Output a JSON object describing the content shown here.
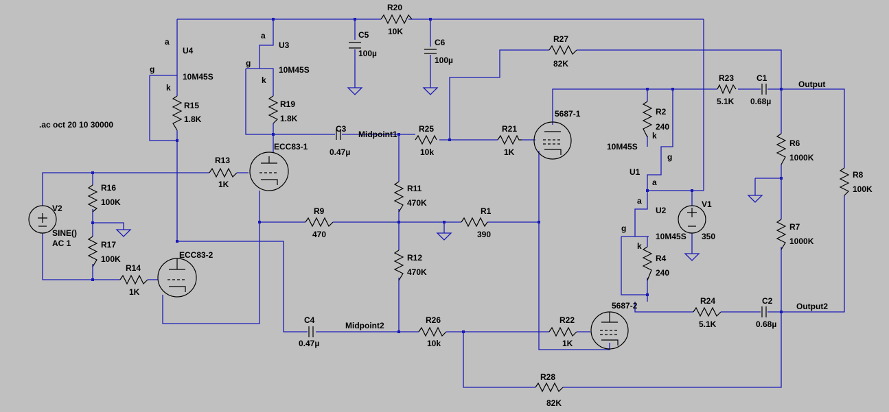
{
  "directive": ".ac oct 20 10 30000",
  "labels": {
    "R20": "R20",
    "R20v": "10K",
    "C5": "C5",
    "C5v": "100µ",
    "C6": "C6",
    "C6v": "100µ",
    "R27": "R27",
    "R27v": "82K",
    "R23": "R23",
    "R23v": "5.1K",
    "C1": "C1",
    "C1v": "0.68µ",
    "Output": "Output",
    "U4": "U4",
    "U4a": "a",
    "U4g": "g",
    "U4k": "k",
    "U4m": "10M45S",
    "U3": "U3",
    "U3a": "a",
    "U3g": "g",
    "U3k": "k",
    "U3m": "10M45S",
    "R15": "R15",
    "R15v": "1.8K",
    "R19": "R19",
    "R19v": "1.8K",
    "C3": "C3",
    "C3v": "0.47µ",
    "Midpoint1": "Midpoint1",
    "R25": "R25",
    "R25v": "10k",
    "R21": "R21",
    "R21v": "1K",
    "T5687_1": "5687-1",
    "R2": "R2",
    "R2v": "240",
    "U1m": "10M45S",
    "U1k": "k",
    "U1g": "g",
    "U1": "U1",
    "U1a": "a",
    "R6": "R6",
    "R6v": "1000K",
    "R8": "R8",
    "R8v": "100K",
    "ECC83_1": "ECC83-1",
    "R13": "R13",
    "R13v": "1K",
    "R16": "R16",
    "R16v": "100K",
    "V2": "V2",
    "V2s": "SINE()",
    "V2ac": "AC 1",
    "R17": "R17",
    "R17v": "100K",
    "R9": "R9",
    "R9v": "470",
    "R11": "R11",
    "R11v": "470K",
    "R1": "R1",
    "R1v": "390",
    "U2a": "a",
    "U2": "U2",
    "U2g": "g",
    "U2k": "k",
    "U2m": "10M45S",
    "V1": "V1",
    "V1v": "350",
    "R7": "R7",
    "R7v": "1000K",
    "ECC83_2": "ECC83-2",
    "R14": "R14",
    "R14v": "1K",
    "R12": "R12",
    "R12v": "470K",
    "R4": "R4",
    "R4v": "240",
    "T5687_2": "5687-2",
    "R24": "R24",
    "R24v": "5.1K",
    "C2": "C2",
    "C2v": "0.68µ",
    "Output2": "Output2",
    "C4": "C4",
    "C4v": "0.47µ",
    "Midpoint2": "Midpoint2",
    "R26": "R26",
    "R26v": "10k",
    "R22": "R22",
    "R22v": "1K",
    "R28": "R28",
    "R28v": "82K"
  },
  "colors": {
    "background": "#c0c0c0",
    "wire": "#1a1ab8",
    "component": "#000000"
  }
}
